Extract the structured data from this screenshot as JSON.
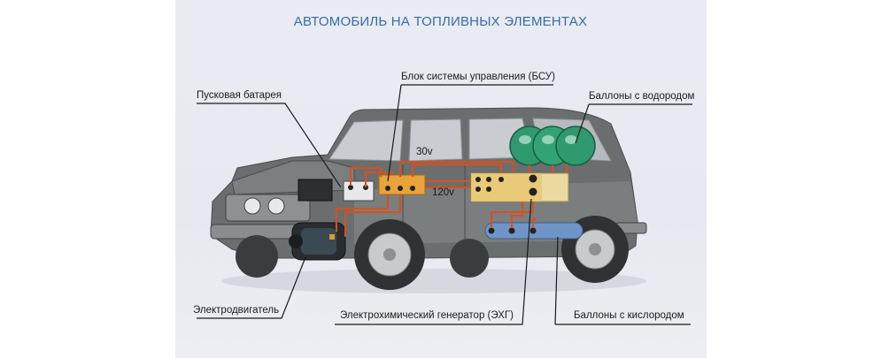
{
  "title": "АВТОМОБИЛЬ НА ТОПЛИВНЫХ ЭЛЕМЕНТАХ",
  "labels": {
    "battery": "Пусковая батарея",
    "control_unit": "Блок системы управления (БСУ)",
    "hydrogen": "Баллоны с водородом",
    "motor": "Электродвигатель",
    "generator": "Электрохимический генератор (ЭХГ)",
    "oxygen": "Баллоны с кислородом"
  },
  "voltages": {
    "v30": "30v",
    "v120": "120v"
  },
  "colors": {
    "title": "#3a6aa8",
    "wire": "#d8501c",
    "unit": "#e8a33a",
    "generator": "#ead9a0",
    "hydrogen": "#2f9a6e",
    "oxygen": "#6f95c8",
    "car_body": "#6b6e6e"
  }
}
